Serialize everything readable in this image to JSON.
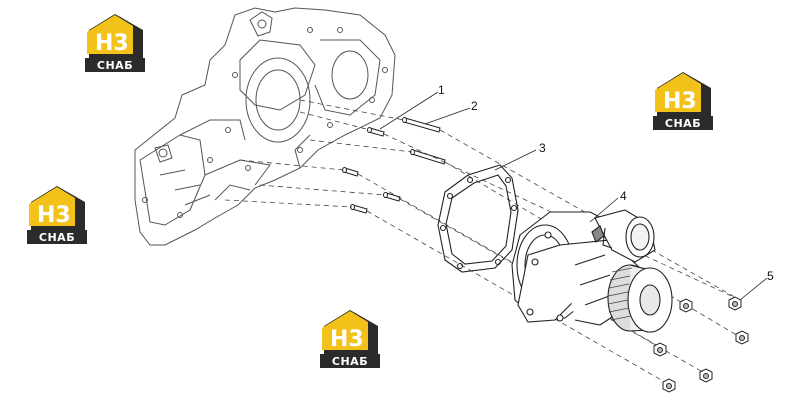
{
  "callouts": [
    {
      "label": "1"
    },
    {
      "label": "2"
    },
    {
      "label": "3"
    },
    {
      "label": "4"
    },
    {
      "label": "5"
    }
  ],
  "watermark": {
    "mark": "H3",
    "word": "СНАБ",
    "colors": {
      "yellow": "#f2c21b",
      "dark": "#2b2b2b",
      "white": "#ffffff"
    }
  },
  "colors": {
    "line": "#333333",
    "paper": "#ffffff"
  }
}
